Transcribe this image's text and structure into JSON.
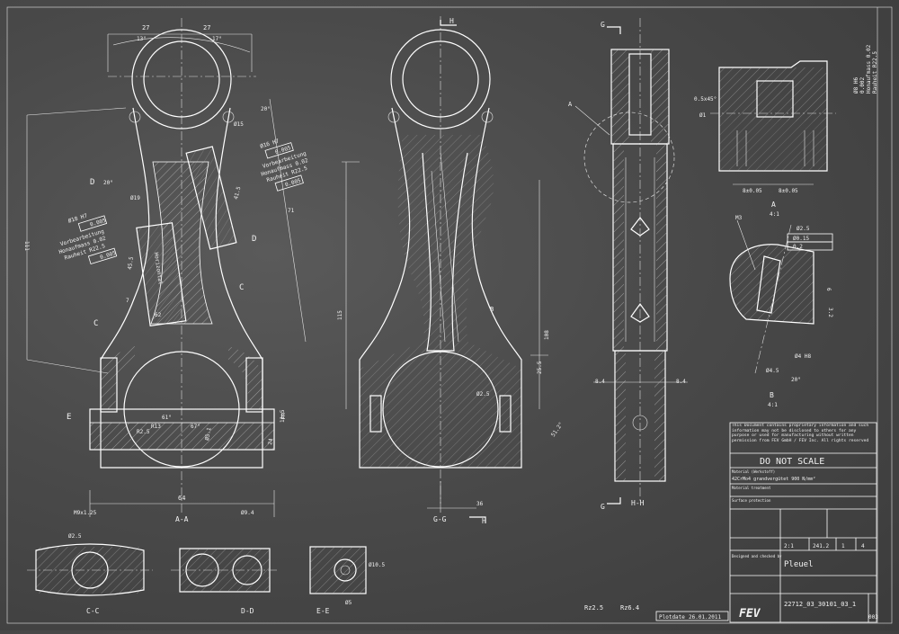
{
  "colors": {
    "background": "#4a4a4a",
    "lines": "#ffffff",
    "hatch": "#d8d8d8"
  },
  "views": {
    "aa": {
      "label": "A-A",
      "dim_27_left": "27",
      "dim_27_right": "27",
      "angle_13": "13°",
      "angle_17": "17°",
      "angle_20": "20°",
      "dim_64": "64",
      "thread": "M9x1.25",
      "dim_9_4": "Ø9.4",
      "dim_11_5": "11.5",
      "dim_111": "111",
      "dim_71": "71",
      "dim_41_5": "41.5",
      "dim_45_5": "45.5",
      "dim_62": "62",
      "dim_7": "7",
      "dim_15": "Ø15",
      "dim_19": "Ø19",
      "angle_20b": "20°",
      "hole_18": "Ø18 H7",
      "hole_16": "Ø16 H7",
      "note_vorbearb": "Vorbearbeitung",
      "note_honaufmass": "Honaufmass 0.02",
      "note_rauheit": "Rauheit R22.5",
      "tol_005": "0.005",
      "angle_61": "61°",
      "angle_67": "67°",
      "dim_r25": "R2.5",
      "dim_r13": "R13",
      "dim_25": "Ø5.1",
      "dim_24": "24",
      "cut_d": "D",
      "cut_c": "C",
      "cut_e": "E",
      "label_horizontal": "Horizontal"
    },
    "gg": {
      "label": "G-G",
      "cut_h": "H",
      "dim_115": "115",
      "dim_108": "108",
      "dim_25_5": "25.5",
      "dim_36": "36",
      "angle_51": "51.2°",
      "dim_d25": "Ø2.5",
      "label_b": "B"
    },
    "hh": {
      "label": "H-H",
      "cut_g": "G",
      "dim_8_4_left": "8.4",
      "dim_8_4_right": "8.4",
      "label_a": "A"
    },
    "detail_a": {
      "label": "A",
      "scale": "4:1",
      "chamfer": "0.5x45°",
      "dim_d1": "Ø1",
      "dim_8a": "8±0.05",
      "dim_8b": "8±0.05",
      "note_1": "Ø8 H6",
      "note_2": "0.002",
      "note_3": "Honaufmass 0.02",
      "note_4": "Rauheit R22.5"
    },
    "detail_b": {
      "label": "B",
      "scale": "4:1",
      "m3": "M3",
      "dia_25": "Ø2.5",
      "tol_015": "Ø0.15",
      "tol_02": "0.2",
      "dim_6": "6",
      "dim_32": "3.2",
      "dim_d4": "Ø4 H8",
      "dim_d45": "Ø4.5",
      "angle_20": "20°"
    },
    "cc": {
      "label": "C-C",
      "dim": "Ø2.5"
    },
    "dd": {
      "label": "D-D"
    },
    "ee": {
      "label": "E-E",
      "dim_d105": "Ø10.5",
      "dim_d5": "Ø5"
    }
  },
  "title_block": {
    "notice": "This Document contains proprietary information and such information may not be disclosed to others for any purpose or used for manufacturing without written permission from FEV GmbH / FEV Inc. All rights reserved",
    "do_not_scale": "DO NOT SCALE",
    "material": "42CrMo4 grandvergütet 900 N/mm²",
    "material_label": "Material (Werkstoff)",
    "material_treatment": "Material treatment",
    "surface_protection": "Surface protection",
    "scale": "2:1",
    "weight": "241.2",
    "sheet": "1",
    "sheets": "4",
    "title": "Pleuel",
    "designed_label": "Designed and checked by",
    "drawing_no": "22712_03_30101_03_1",
    "rev": "003",
    "company": "FEV",
    "plotdate_label": "Plotdate",
    "plotdate": "26.01.2011",
    "roughness_1": "Rz2.5",
    "roughness_2": "Rz6.4"
  }
}
